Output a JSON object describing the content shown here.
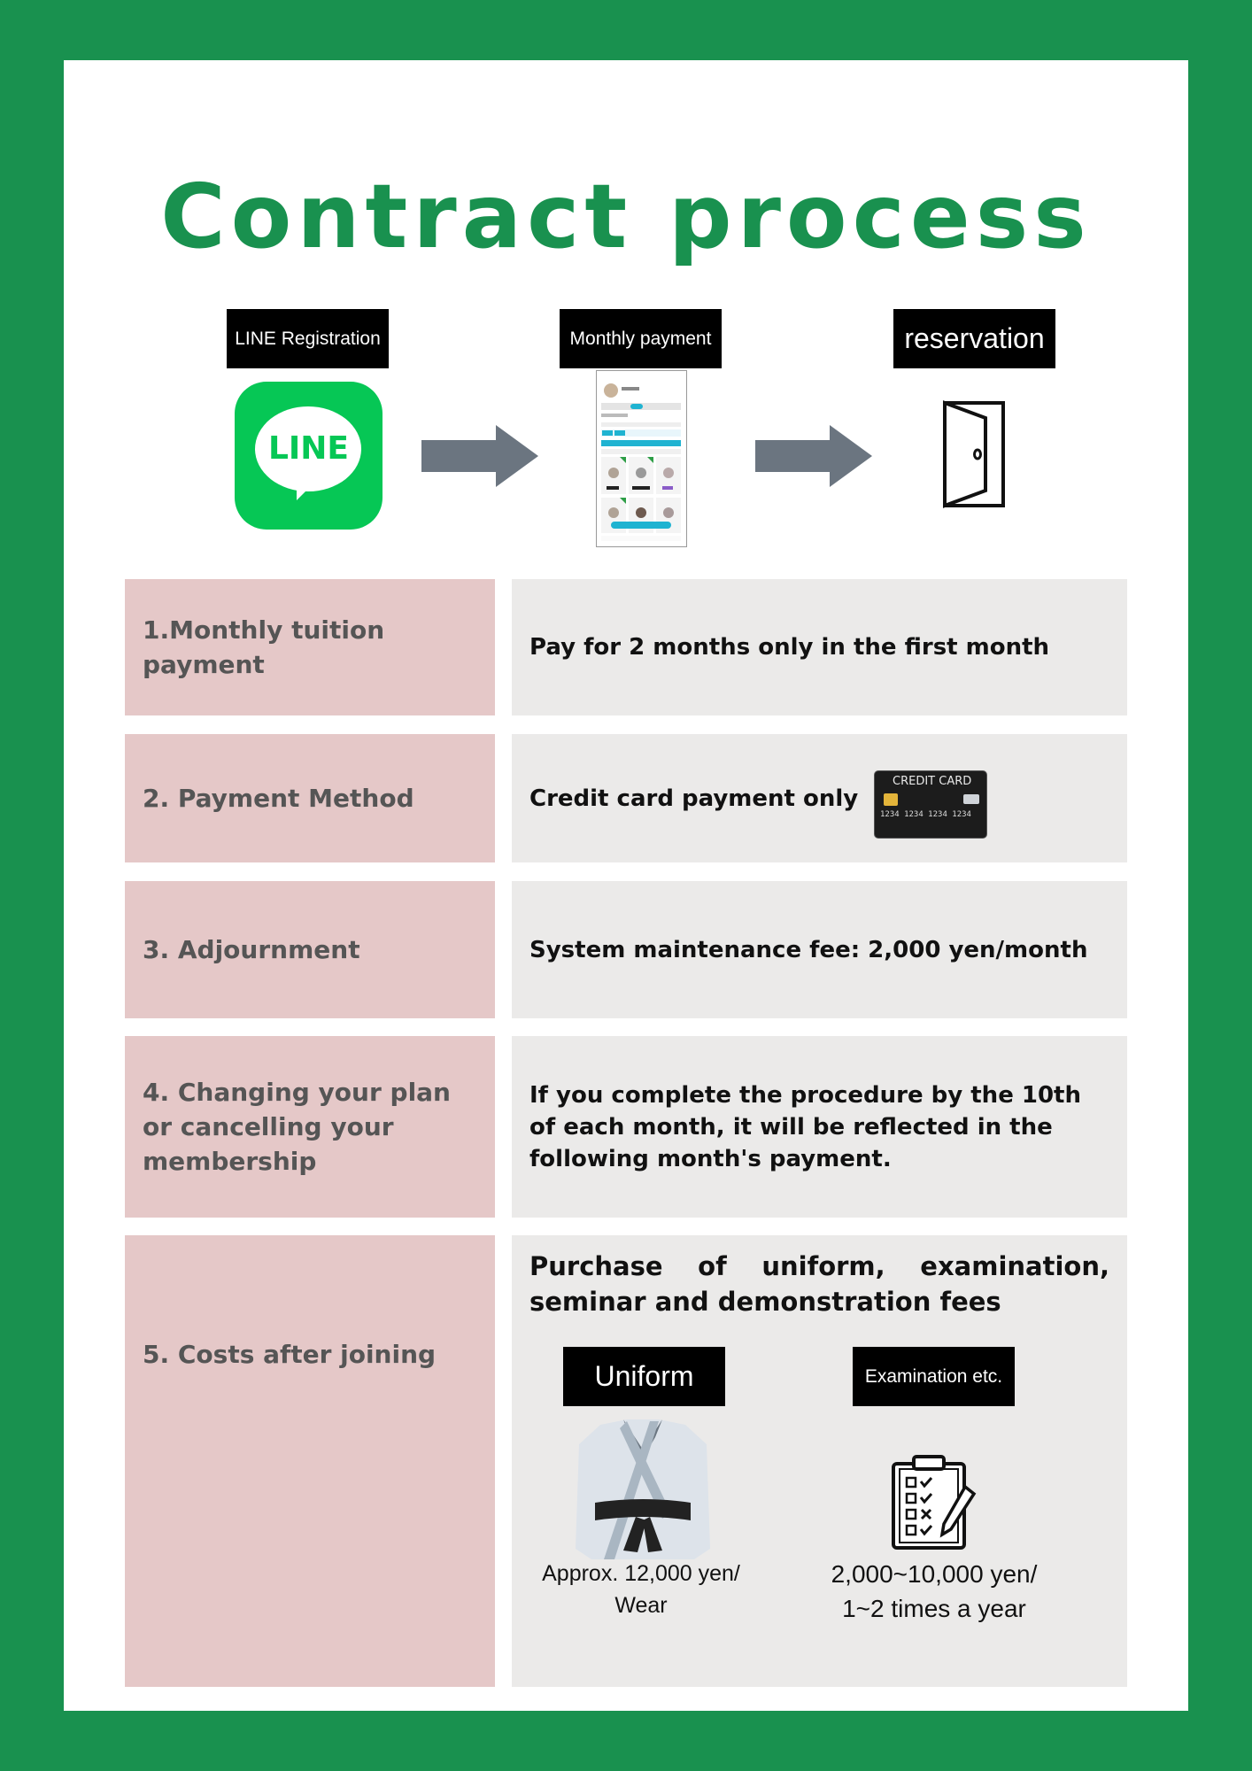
{
  "title": "Contract process",
  "steps": [
    {
      "label": "LINE Registration",
      "icon": "line-logo-icon",
      "logo_text": "LINE"
    },
    {
      "label": "Monthly payment",
      "icon": "app-screenshot-icon"
    },
    {
      "label": "reservation",
      "icon": "door-icon"
    }
  ],
  "colors": {
    "brand_green": "#19914f",
    "line_green": "#06c755",
    "label_pink": "#e5c8c8",
    "value_gray": "#ebeae9",
    "arrow_gray": "#6b7580"
  },
  "rows": [
    {
      "label": "1.Monthly tuition payment",
      "value": "Pay for 2 months only in the first month"
    },
    {
      "label": "2. Payment Method",
      "value": "Credit card payment only"
    },
    {
      "label": "3. Adjournment",
      "value": "System maintenance fee: 2,000 yen/month"
    },
    {
      "label": "4. Changing your plan or cancelling your membership",
      "value": "If you complete the procedure by the 10th of each month, it will be reflected in the following month's payment."
    },
    {
      "label": "5. Costs after joining",
      "value": "Purchase of uniform, examination, seminar and demonstration fees"
    }
  ],
  "credit_card": {
    "heading": "CREDIT CARD",
    "number": "1234 1234 1234 1234"
  },
  "costs": {
    "uniform": {
      "label": "Uniform",
      "price_line1": "Approx. 12,000 yen/",
      "price_line2": "Wear",
      "icon": "karate-uniform-icon"
    },
    "exam": {
      "label": "Examination etc.",
      "price_line1": "2,000~10,000 yen/",
      "price_line2": "1~2 times a year",
      "icon": "checklist-clipboard-icon"
    }
  }
}
